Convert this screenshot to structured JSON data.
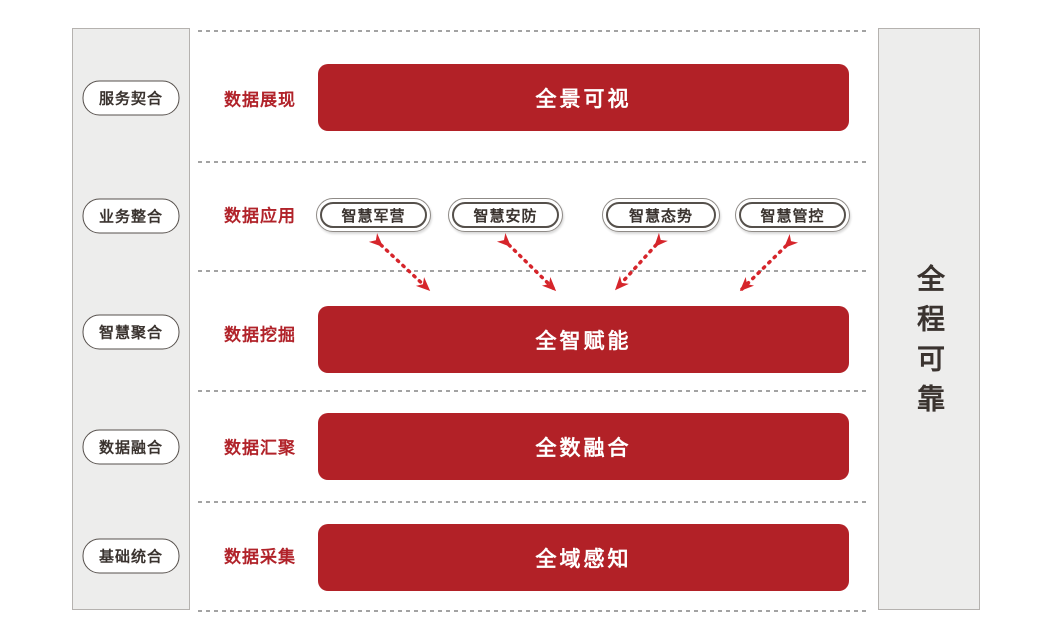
{
  "left_sidebar": {
    "items": [
      {
        "label": "服务契合"
      },
      {
        "label": "业务整合"
      },
      {
        "label": "智慧聚合"
      },
      {
        "label": "数据融合"
      },
      {
        "label": "基础统合"
      }
    ]
  },
  "right_sidebar": {
    "label": "全程可靠"
  },
  "rows": [
    {
      "label": "数据展现",
      "banner": "全景可视"
    },
    {
      "label": "数据应用",
      "pills": [
        "智慧军营",
        "智慧安防",
        "智慧态势",
        "智慧管控"
      ]
    },
    {
      "label": "数据挖掘",
      "banner": "全智赋能"
    },
    {
      "label": "数据汇聚",
      "banner": "全数融合"
    },
    {
      "label": "数据采集",
      "banner": "全域感知"
    }
  ],
  "colors": {
    "banner_red": "#b22127",
    "label_red": "#b1232a",
    "arrow_red": "#d6252b",
    "rail_bg": "#ededec",
    "rail_border": "#b5b2af",
    "pill_border_dark": "#55504b",
    "text_dark": "#3a332f",
    "divider_gray": "#a3a3a3"
  }
}
